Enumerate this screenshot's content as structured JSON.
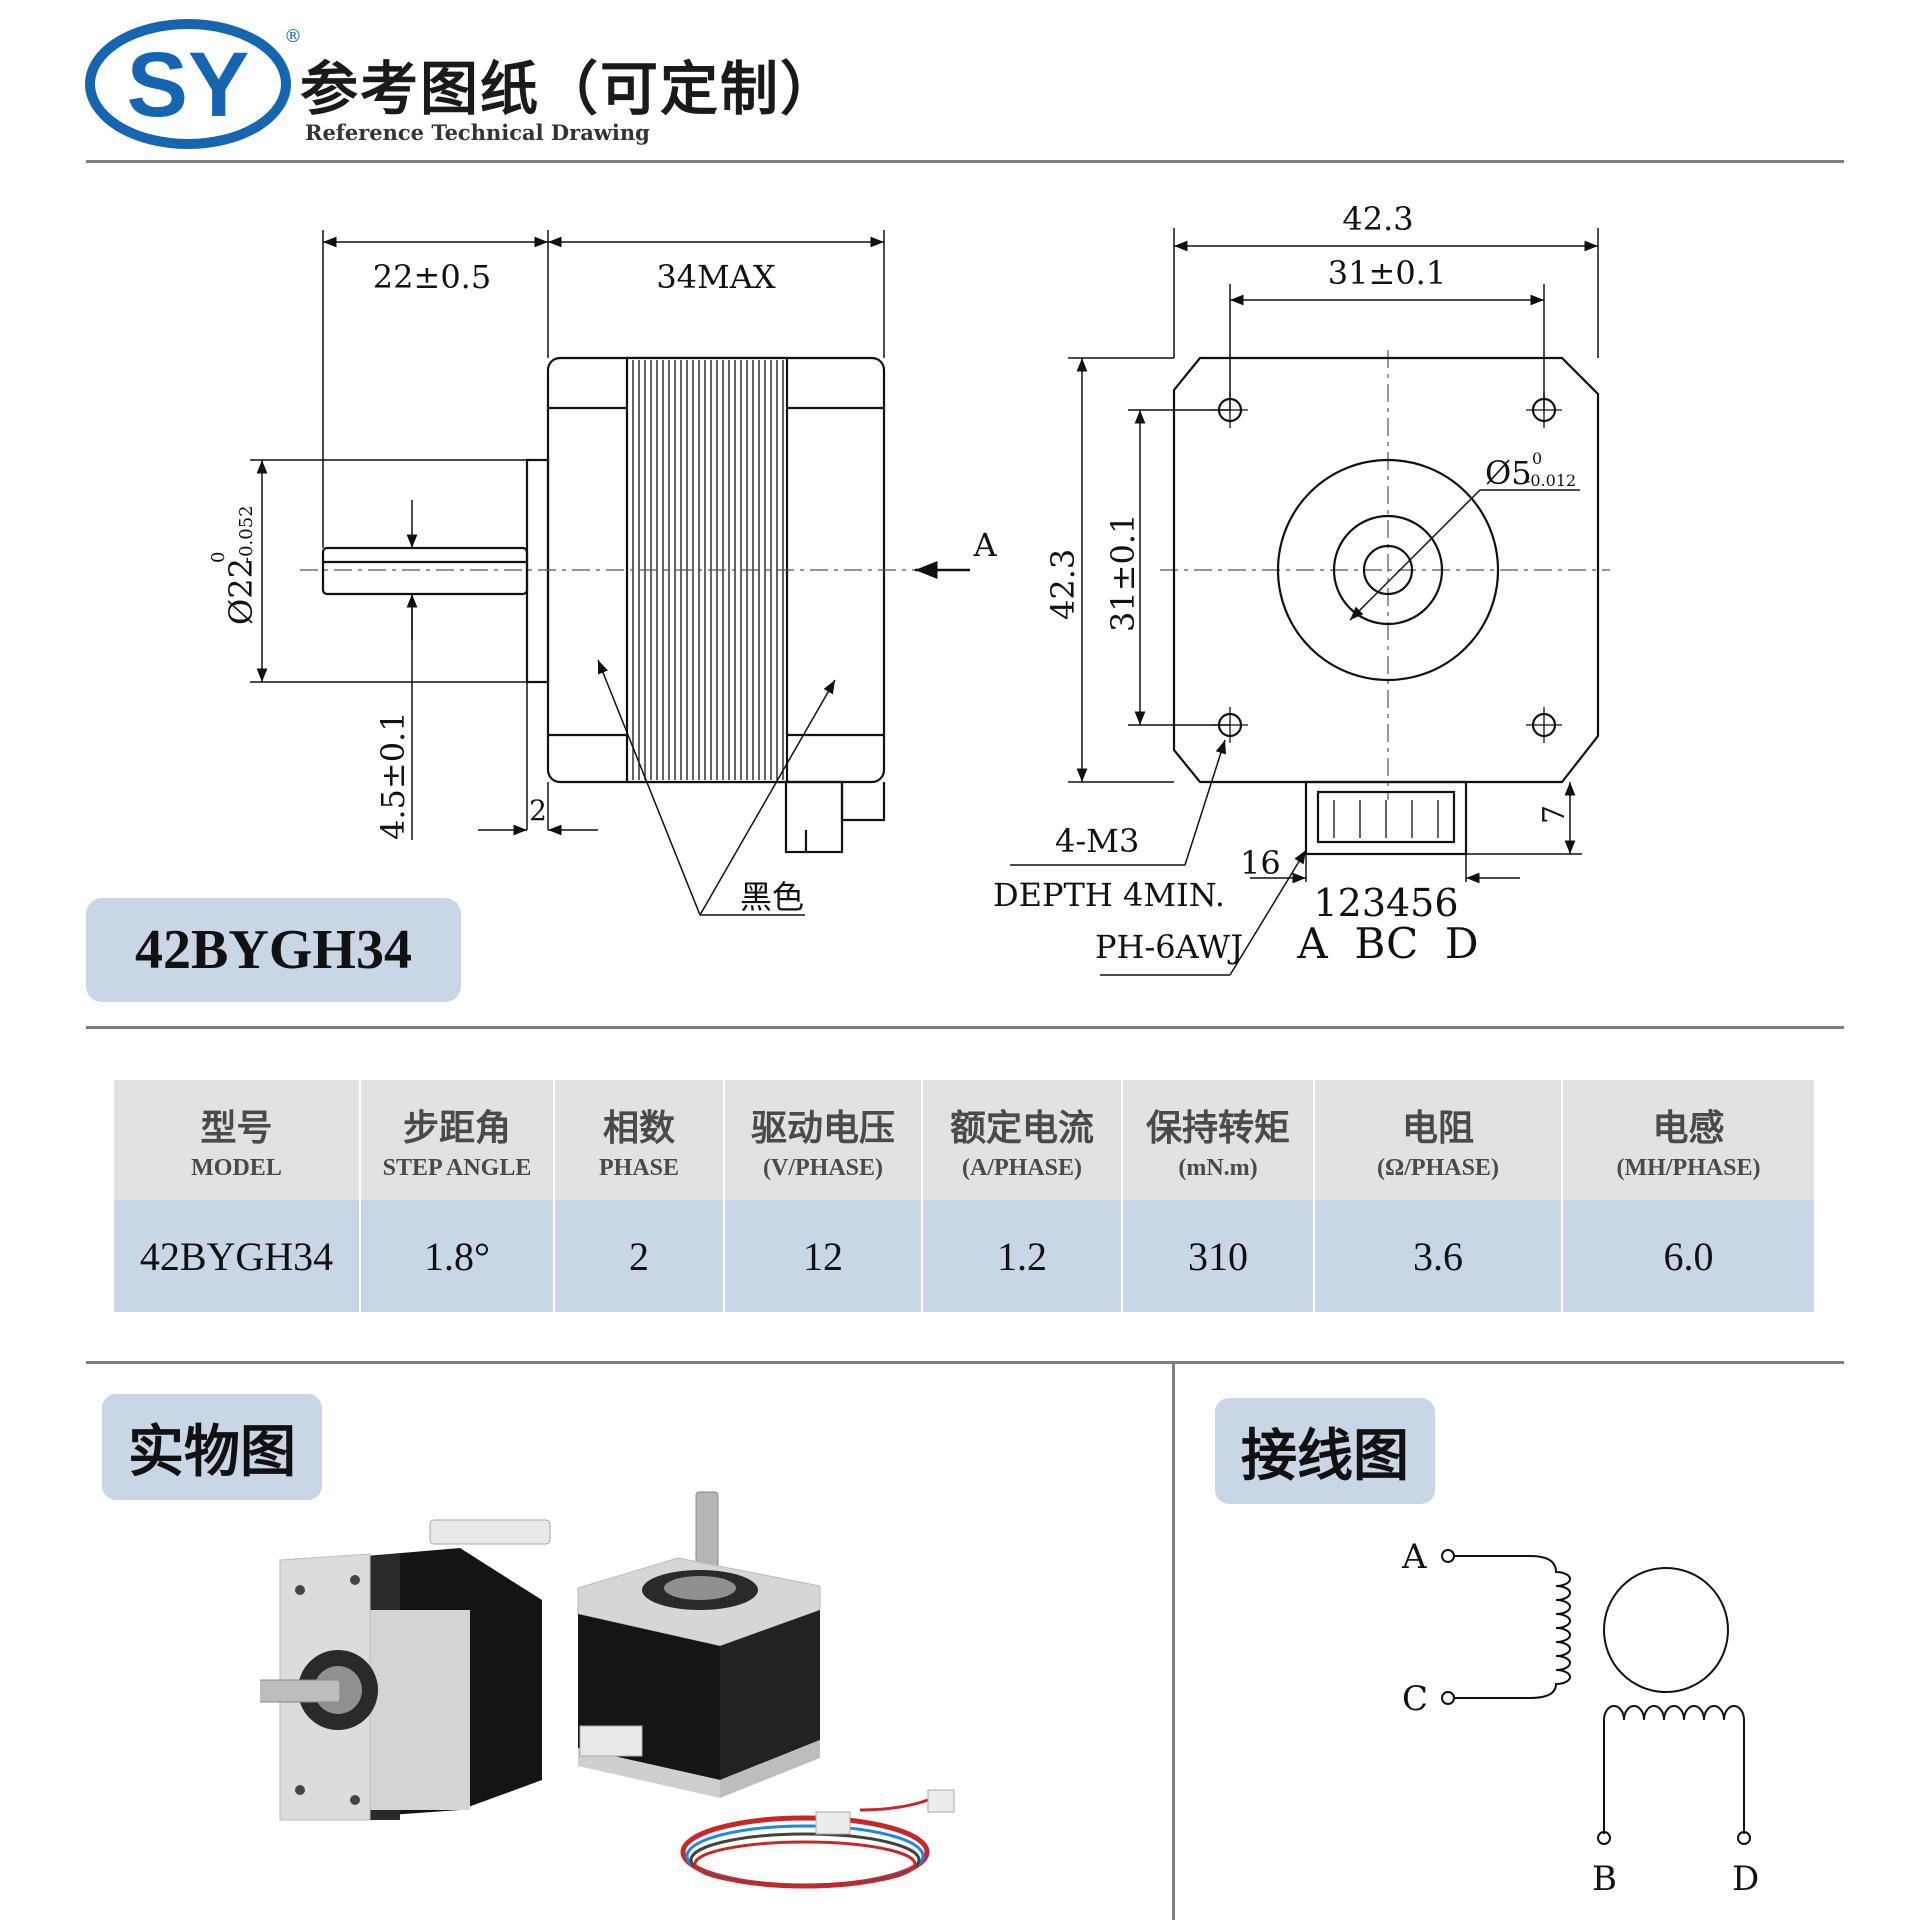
{
  "header": {
    "logo_text": "SY",
    "logo_mark": "®",
    "title_zh": "参考图纸（可定制）",
    "title_en": "Reference Technical Drawing"
  },
  "drawing": {
    "dim_shaft_length": "22±0.5",
    "dim_body_length": "34MAX",
    "dim_shaft_dia": "Ø22",
    "dim_shaft_dia_tol_upper": "0",
    "dim_shaft_dia_tol_lower": "-0.052",
    "dim_flat": "4.5±0.1",
    "dim_boss": "2",
    "view_arrow": "A",
    "label_black": "黑色",
    "dim_width": "42.3",
    "dim_hole_pitch": "31±0.1",
    "dim_height": "42.3",
    "dim_hole_pitch_v": "31±0.1",
    "dim_bore": "Ø5",
    "dim_bore_tol_upper": "0",
    "dim_bore_tol_lower": "-0.012",
    "dim_connector": "7",
    "screw_spec": "4-M3",
    "screw_depth": "DEPTH 4MIN.",
    "dim_connector_width": "16",
    "connector_type": "PH-6AWJ",
    "pin_numbers": "123456",
    "pin_letters": "A  BC  D"
  },
  "model_badge": "42BYGH34",
  "spec_table": {
    "headers": [
      {
        "zh": "型号",
        "en": "MODEL"
      },
      {
        "zh": "步距角",
        "en": "STEP ANGLE"
      },
      {
        "zh": "相数",
        "en": "PHASE"
      },
      {
        "zh": "驱动电压",
        "en": "(V/PHASE)"
      },
      {
        "zh": "额定电流",
        "en": "(A/PHASE)"
      },
      {
        "zh": "保持转矩",
        "en": "(mN.m)"
      },
      {
        "zh": "电阻",
        "en": "(Ω/PHASE)"
      },
      {
        "zh": "电感",
        "en": "(MH/PHASE)"
      }
    ],
    "row": [
      "42BYGH34",
      "1.8°",
      "2",
      "12",
      "1.2",
      "310",
      "3.6",
      "6.0"
    ]
  },
  "photo_section": {
    "title": "实物图"
  },
  "wiring_section": {
    "title": "接线图",
    "labels": {
      "a": "A",
      "c": "C",
      "b": "B",
      "d": "D"
    }
  },
  "colors": {
    "brand_blue": "#1565b0",
    "badge_bg": "#c9d6e6",
    "header_bg": "#e2e2e2",
    "rule": "#7f7f7f"
  }
}
